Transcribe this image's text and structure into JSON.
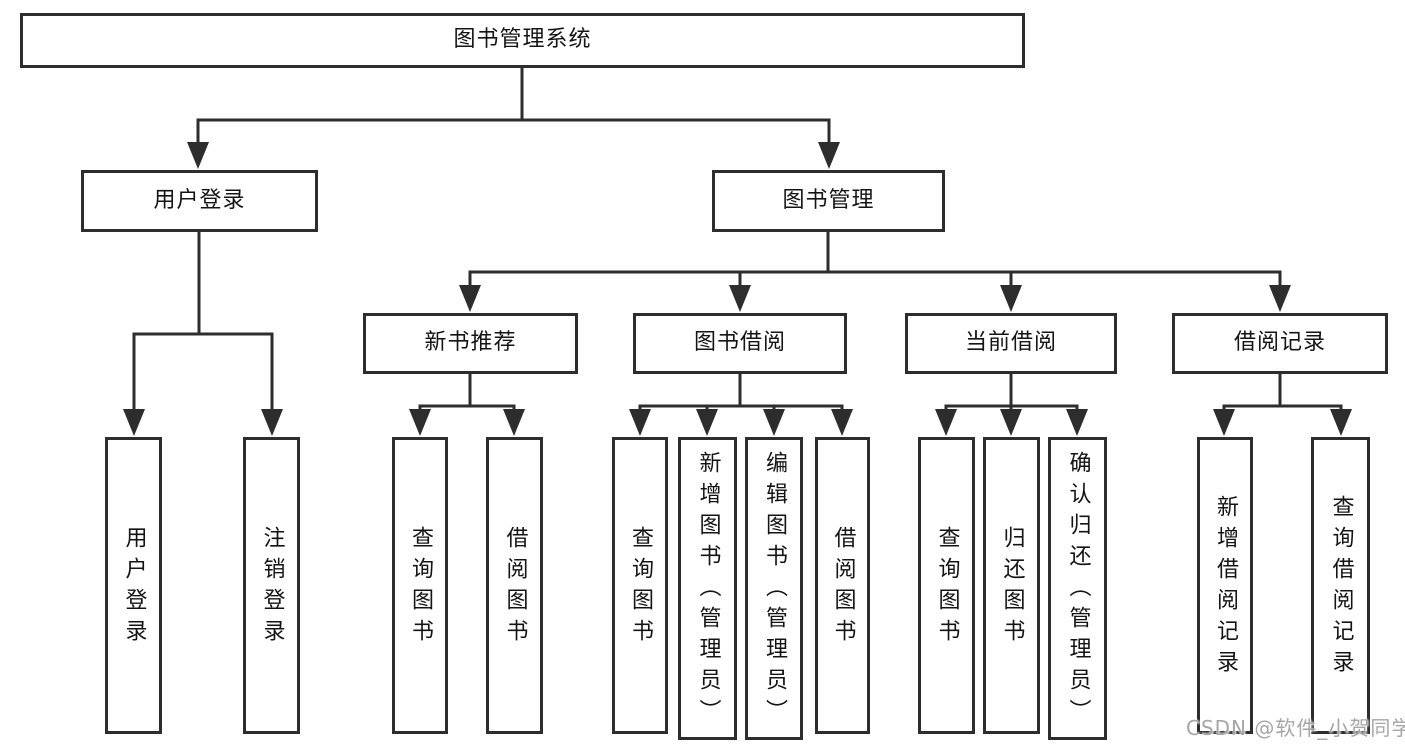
{
  "colors": {
    "background": "#ffffff",
    "line": "#2d2d2d",
    "text": "#141414",
    "watermark": "#a6a6a6"
  },
  "watermark": {
    "text": "CSDN @软件_小贺同学"
  },
  "tree": {
    "label": "图书管理系统",
    "children": [
      {
        "label": "用户登录",
        "children": [
          {
            "label": "用户登录"
          },
          {
            "label": "注销登录"
          }
        ]
      },
      {
        "label": "图书管理",
        "children": [
          {
            "label": "新书推荐",
            "children": [
              {
                "label": "查询图书"
              },
              {
                "label": "借阅图书"
              }
            ]
          },
          {
            "label": "图书借阅",
            "children": [
              {
                "label": "查询图书"
              },
              {
                "label": "新增图书（管理员）"
              },
              {
                "label": "编辑图书（管理员）"
              },
              {
                "label": "借阅图书"
              }
            ]
          },
          {
            "label": "当前借阅",
            "children": [
              {
                "label": "查询图书"
              },
              {
                "label": "归还图书"
              },
              {
                "label": "确认归还（管理员）"
              }
            ]
          },
          {
            "label": "借阅记录",
            "children": [
              {
                "label": "新增借阅记录"
              },
              {
                "label": "查询借阅记录"
              }
            ]
          }
        ]
      }
    ]
  }
}
